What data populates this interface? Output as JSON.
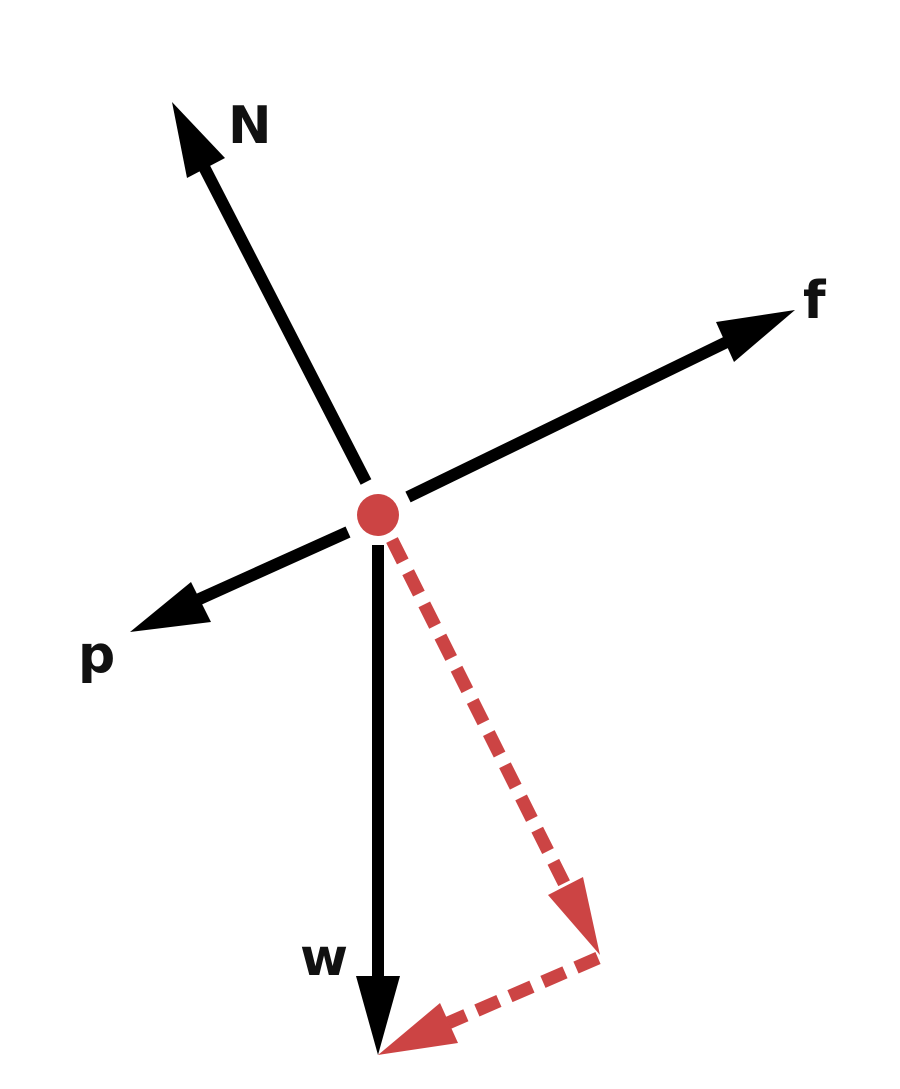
{
  "colors": {
    "force_vector": "#000000",
    "component_vector": "#cc4444",
    "point_mass": "#cc4444",
    "background": "#ffffff"
  },
  "labels": {
    "normal": "N",
    "friction": "f",
    "push": "p",
    "weight": "w"
  }
}
